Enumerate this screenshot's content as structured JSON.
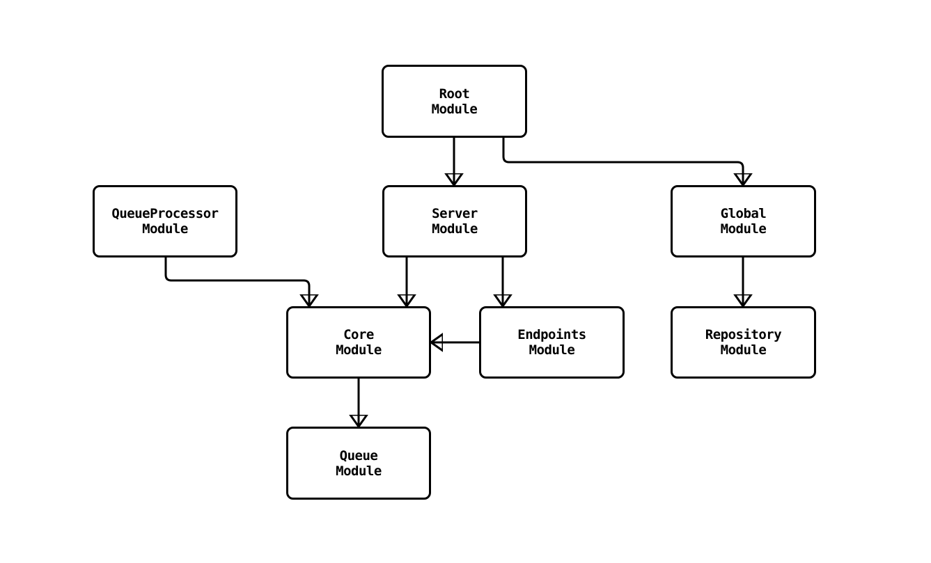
{
  "diagram": {
    "type": "flowchart",
    "background_color": "#ffffff",
    "node_fill_color": "#ffffff",
    "node_border_color": "#000000",
    "edge_color": "#000000",
    "text_color": "#000000",
    "nodes": {
      "root": {
        "line1": "Root",
        "line2": "Module"
      },
      "queue_processor": {
        "line1": "QueueProcessor",
        "line2": "Module"
      },
      "server": {
        "line1": "Server",
        "line2": "Module"
      },
      "global": {
        "line1": "Global",
        "line2": "Module"
      },
      "core": {
        "line1": "Core",
        "line2": "Module"
      },
      "endpoints": {
        "line1": "Endpoints",
        "line2": "Module"
      },
      "repository": {
        "line1": "Repository",
        "line2": "Module"
      },
      "queue": {
        "line1": "Queue",
        "line2": "Module"
      }
    },
    "edges": [
      {
        "from": "Root Module",
        "to": "Server Module"
      },
      {
        "from": "Root Module",
        "to": "Global Module"
      },
      {
        "from": "QueueProcessor Module",
        "to": "Core Module"
      },
      {
        "from": "Server Module",
        "to": "Core Module"
      },
      {
        "from": "Server Module",
        "to": "Endpoints Module"
      },
      {
        "from": "Endpoints Module",
        "to": "Core Module"
      },
      {
        "from": "Core Module",
        "to": "Queue Module"
      },
      {
        "from": "Global Module",
        "to": "Repository Module"
      }
    ]
  }
}
